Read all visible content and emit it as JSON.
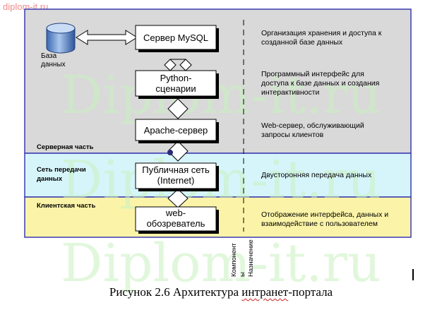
{
  "watermark_top": "diplom-it.ru",
  "watermark_big": "Diplom-it.ru",
  "database_label_line1": "База",
  "database_label_line2": "данных",
  "components": [
    {
      "line1": "Сервер MySQL",
      "line2": ""
    },
    {
      "line1": "Python-",
      "line2": "сценарии"
    },
    {
      "line1": "Apache-сервер",
      "line2": ""
    },
    {
      "line1": "Публичная сеть",
      "line2": "(Internet)"
    },
    {
      "line1": "web-",
      "line2": "обозреватель"
    }
  ],
  "descriptions": [
    {
      "line1": "Организация хранения и доступа к",
      "line2": "созданной базе данных",
      "line3": ""
    },
    {
      "line1": "Программный интерфейс для",
      "line2": "доступа к базе данных и создания",
      "line3": "интерактивности"
    },
    {
      "line1": "Web-сервер, обслуживающий",
      "line2": "запросы клиентов",
      "line3": ""
    },
    {
      "line1": "Двусторонняя передача данных",
      "line2": "",
      "line3": ""
    },
    {
      "line1": "Отображение интерфейса, данных и",
      "line2": "взаимодействие с пользователем",
      "line3": ""
    }
  ],
  "zones": {
    "server": "Серверная часть",
    "network_line1": "Сеть передачи",
    "network_line2": "данных",
    "client": "Клиентская часть"
  },
  "vertical_labels": {
    "component_line1": "Компонент",
    "component_line2": "ы",
    "purpose": "Назначение"
  },
  "caption_prefix": "Рисунок 2.6 Архитектура ",
  "caption_word": "интранет",
  "caption_suffix": "-портала",
  "colors": {
    "server_zone": "#d9d9d9",
    "network_zone": "#d6f5fb",
    "client_zone": "#fbf4a8",
    "zone_border": "#3b3bb0"
  }
}
